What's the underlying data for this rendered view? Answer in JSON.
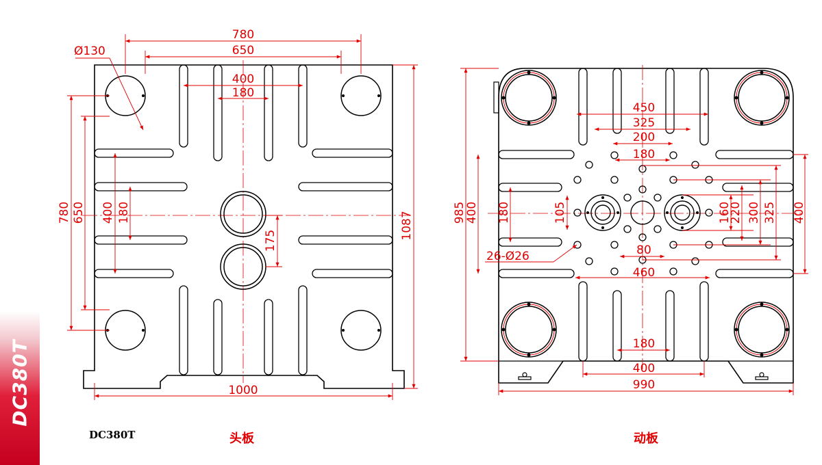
{
  "side_tab": {
    "text": "DC380T"
  },
  "captions": {
    "model": "DC380T",
    "head_plate": "头板",
    "moving_plate": "动板"
  },
  "colors": {
    "outline": "#000000",
    "dimension": "#e00000",
    "center_line": "#e00000",
    "tab_red": "#d4102a"
  },
  "head_plate": {
    "dims": {
      "tie_bar_diameter": "Ø130",
      "top_outer": "780",
      "top_inner": "650",
      "slot_outer": "400",
      "slot_inner": "180",
      "left_outer": "780",
      "left_inner": "650",
      "left_slot_outer": "400",
      "left_slot_inner": "180",
      "hole_offset": "175",
      "height": "1087",
      "width": "1000"
    }
  },
  "moving_plate": {
    "dims": {
      "h_450": "450",
      "h_325": "325",
      "h_200": "200",
      "h_180": "180",
      "h_80": "80",
      "h_460": "460",
      "v_105": "105",
      "v_160": "160",
      "v_220": "220",
      "v_300": "300",
      "v_325": "325",
      "right_400": "400",
      "left_985": "985",
      "left_400": "400",
      "left_180": "180",
      "holes_note": "26-Ø26",
      "bottom_180": "180",
      "bottom_400": "400",
      "width": "990"
    }
  }
}
